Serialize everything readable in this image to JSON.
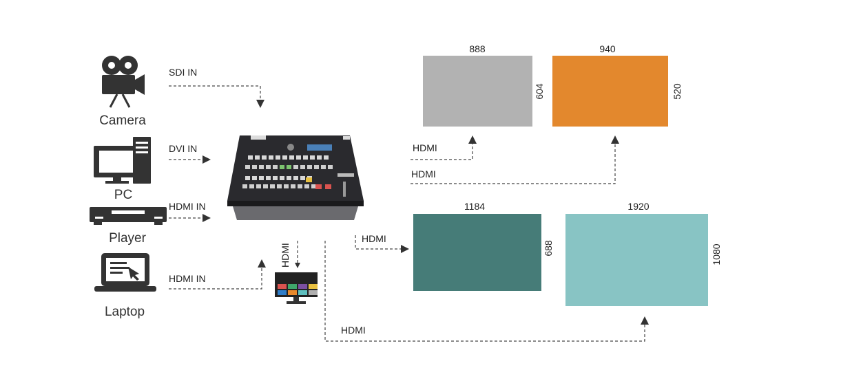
{
  "sources": {
    "camera": "Camera",
    "pc": "PC",
    "player": "Player",
    "laptop": "Laptop"
  },
  "connections": {
    "sdi_in": "SDI IN",
    "dvi_in": "DVI IN",
    "hdmi_in_player": "HDMI IN",
    "hdmi_in_laptop": "HDMI IN",
    "hdmi_monitor": "HDMI",
    "hdmi_out_1": "HDMI",
    "hdmi_out_2": "HDMI",
    "hdmi_out_3": "HDMI",
    "hdmi_out_4": "HDMI"
  },
  "screens": [
    {
      "width": "888",
      "height": "604",
      "color": "#b2b2b2"
    },
    {
      "width": "940",
      "height": "520",
      "color": "#e3882d"
    },
    {
      "width": "1184",
      "height": "688",
      "color": "#467c78"
    },
    {
      "width": "1920",
      "height": "1080",
      "color": "#88c4c4"
    }
  ],
  "multiview_colors": [
    "#d9534f",
    "#3fa66b",
    "#7b4fa0",
    "#e8c040",
    "#2e7dc8",
    "#e88a2d",
    "#5fc0c0",
    "#b0b0b0"
  ]
}
